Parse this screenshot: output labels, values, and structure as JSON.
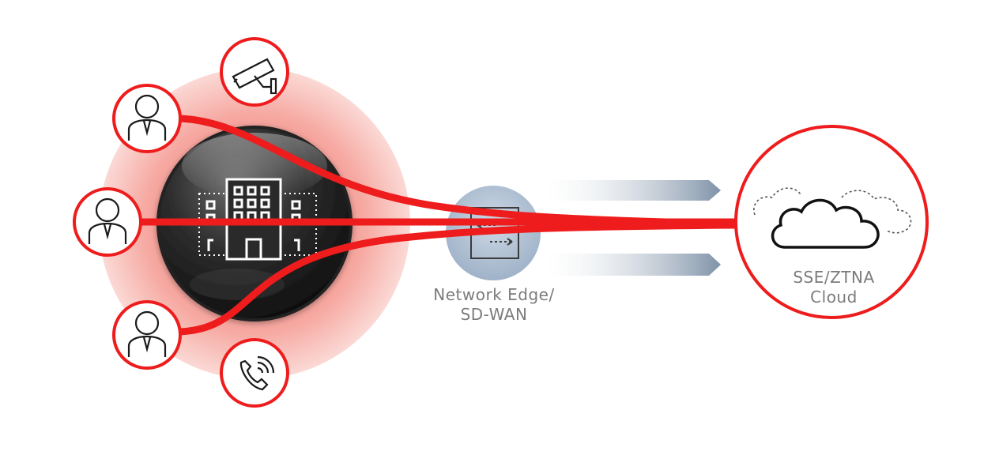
{
  "diagram": {
    "edge_label": {
      "line1": "Network Edge/",
      "line2": "SD-WAN"
    },
    "cloud_label": {
      "line1": "SSE/ZTNA",
      "line2": "Cloud"
    },
    "nodes": {
      "users": [
        "user-icon",
        "user-icon",
        "user-icon"
      ],
      "devices": [
        "security-camera-icon",
        "wifi-phone-icon"
      ],
      "site": "office-building-icon",
      "edge": "sd-wan-router-icon",
      "cloud": "cloud-icon"
    },
    "colors": {
      "accent_red": "#ee1c1c",
      "glow_red": "#f69a93",
      "label_gray": "#7b7b7b",
      "edge_blue": "#aebfd3",
      "arrow_slate": "#8b9db1"
    }
  }
}
